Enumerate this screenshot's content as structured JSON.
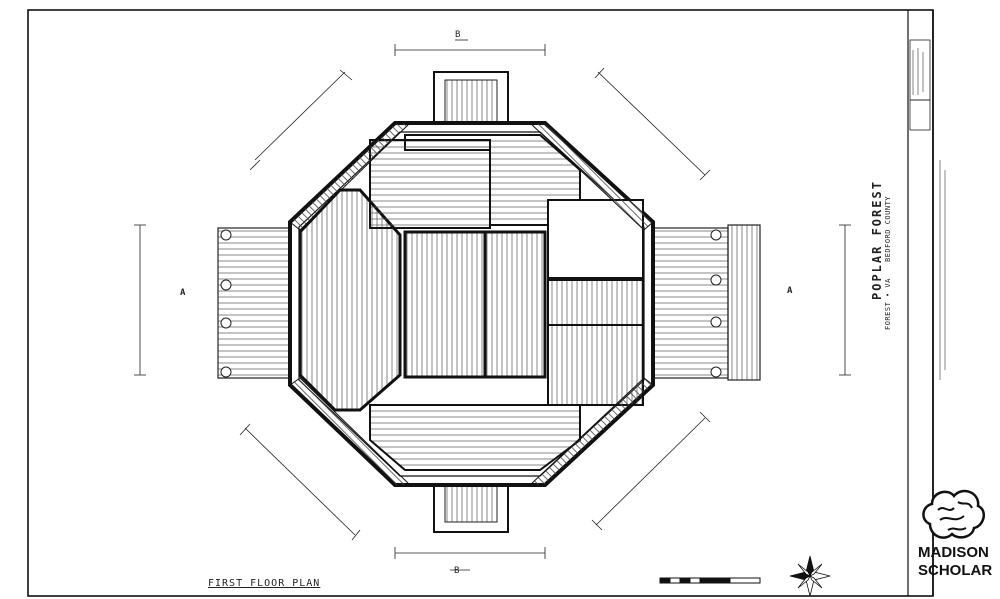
{
  "drawing": {
    "title": "FIRST FLOOR PLAN",
    "section_b_top": "B",
    "section_b_bottom": "B",
    "section_a_left": "A",
    "section_a_right": "A",
    "project_name": "POPLAR FOREST",
    "project_sub": "FOREST • VA",
    "project_county": "BEDFORD COUNTY"
  },
  "logo": {
    "line1": "MADISON",
    "line2": "SCHOLAR"
  }
}
